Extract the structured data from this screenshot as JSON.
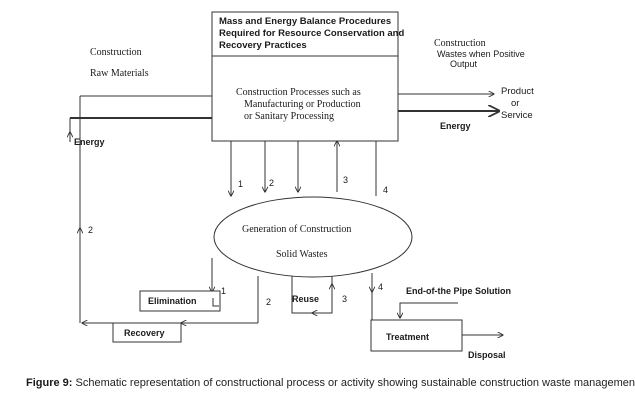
{
  "top_box": [
    "Mass and Energy Balance Procedures",
    "Required for Resource Conservation and",
    "Recovery Practices"
  ],
  "process_box": [
    "Construction Processes such as",
    "Manufacturing or Production",
    "or Sanitary Processing"
  ],
  "inputs": {
    "construction": "Construction",
    "raw_materials": "Raw Materials"
  },
  "wastes_label": [
    "Construction",
    "Wastes when Positive",
    "Output"
  ],
  "outputs": [
    "Product",
    "or",
    "Service"
  ],
  "energy_in": "Energy",
  "energy_out": "Energy",
  "waste_ellipse": [
    "Generation of  Construction",
    "Solid Wastes"
  ],
  "arrow_numbers": {
    "a1": "1",
    "a2": "2",
    "a3": "3",
    "a4": "4",
    "b1": "1",
    "b2": "2",
    "b3": "3",
    "b4": "4",
    "left2": "2"
  },
  "elimination": "Elimination",
  "reuse": "Reuse",
  "recovery": "Recovery",
  "treatment": "Treatment",
  "end_of_pipe": "End-of-the Pipe Solution",
  "disposal": "Disposal",
  "caption": {
    "label": "Figure 9:",
    "text": " Schematic representation of constructional process or activity showing sustainable construction waste management."
  }
}
